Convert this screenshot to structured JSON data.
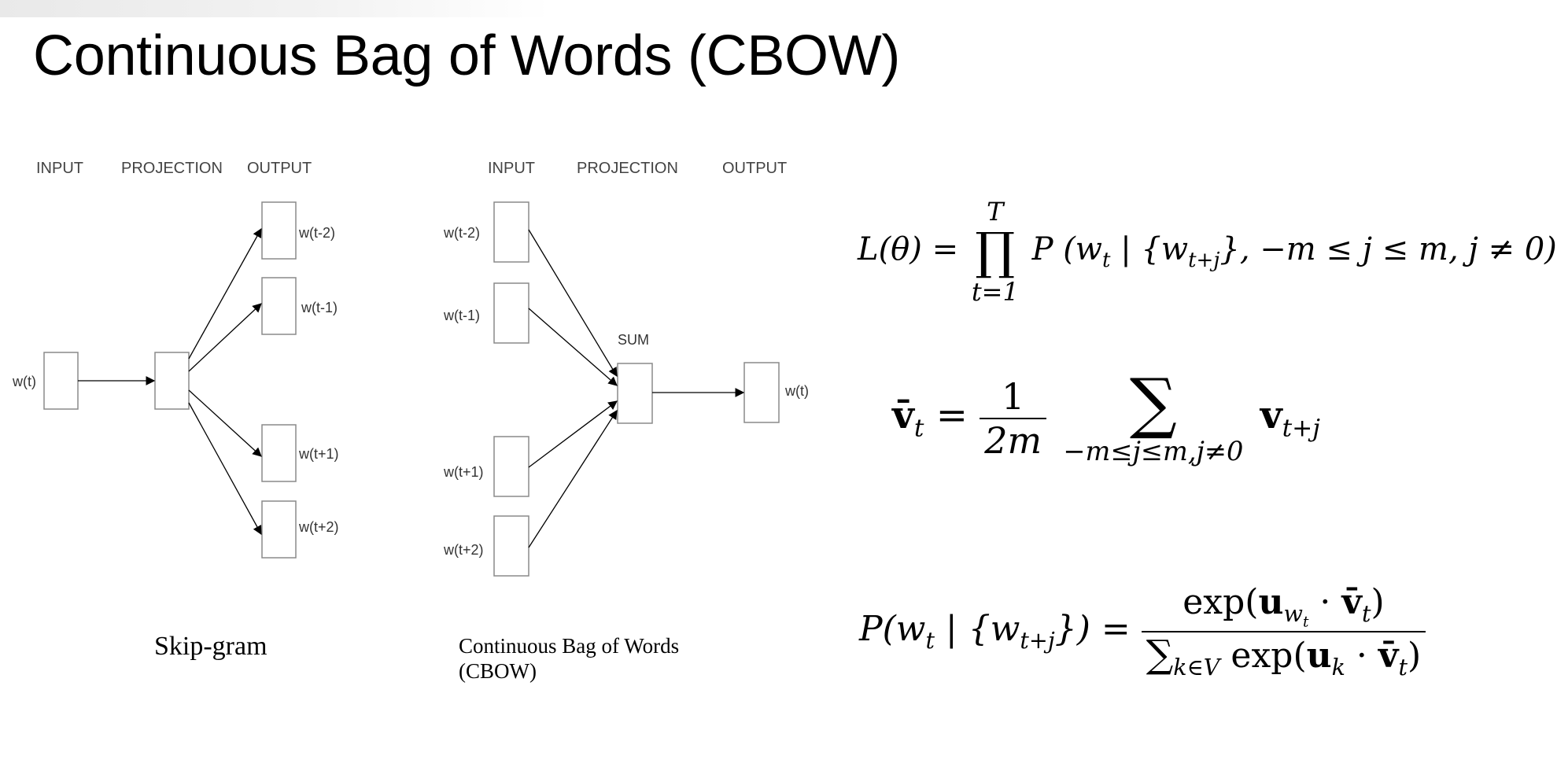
{
  "title": "Continuous Bag of Words (CBOW)",
  "skipgram": {
    "caption": "Skip-gram",
    "headers": [
      "INPUT",
      "PROJECTION",
      "OUTPUT"
    ],
    "input_word": "w(t)",
    "outputs": [
      "w(t-2)",
      "w(t-1)",
      "w(t+1)",
      "w(t+2)"
    ]
  },
  "cbow": {
    "caption_line1": "Continuous Bag of Words",
    "caption_line2": "(CBOW)",
    "headers": [
      "INPUT",
      "PROJECTION",
      "OUTPUT"
    ],
    "inputs": [
      "w(t-2)",
      "w(t-1)",
      "w(t+1)",
      "w(t+2)"
    ],
    "sum_label": "SUM",
    "output_word": "w(t)"
  },
  "equations": {
    "likelihood": {
      "lhs": "L(θ) =",
      "prod_upper": "T",
      "prod_lower": "t=1",
      "body": "P (w_t | {w_{t+j}}, −m ≤ j ≤ m, j ≠ 0)"
    },
    "average": {
      "lhs": "v̄_t =",
      "num": "1",
      "den": "2m",
      "sum_lower": "−m≤j≤m,j≠0",
      "body": "v_{t+j}"
    },
    "softmax": {
      "lhs": "P(w_t | {w_{t+j}}) =",
      "num": "exp(u_{w_t} · v̄_t)",
      "den": "∑_{k∈V} exp(u_k · v̄_t)"
    }
  }
}
